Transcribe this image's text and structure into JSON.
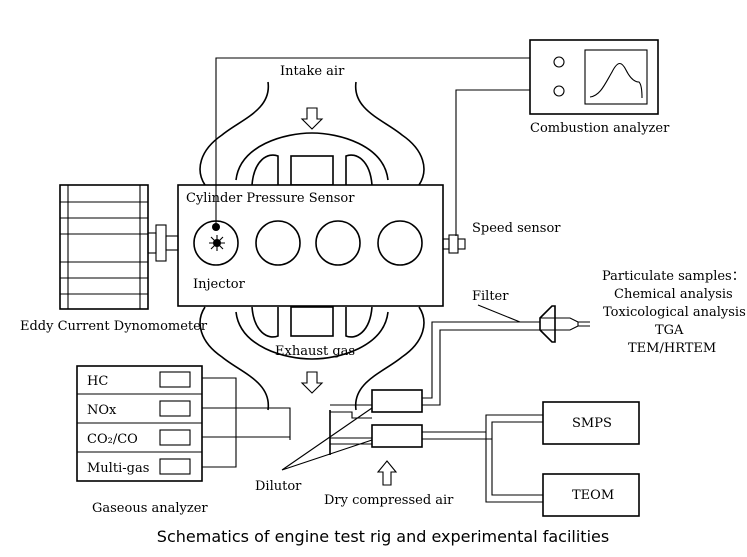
{
  "labels": {
    "intake_air": "Intake air",
    "combustion_analyzer": "Combustion analyzer",
    "cylinder_pressure_sensor": "Cylinder Pressure Sensor",
    "injector": "Injector",
    "speed_sensor": "Speed sensor",
    "eddy_current": "Eddy Current Dynomometer",
    "exhaust_gas": "Exhaust gas",
    "filter": "Filter",
    "particulate_title": "Particulate samples：",
    "particulate_items": [
      "Chemical analysis",
      "Toxicological analysis",
      "TGA",
      "TEM/HRTEM"
    ],
    "gas_rows": [
      "HC",
      "NOx",
      "CO₂/CO",
      "Multi-gas"
    ],
    "gaseous_analyzer": "Gaseous analyzer",
    "smps": "SMPS",
    "teom": "TEOM",
    "dilutor": "Dilutor",
    "dry_air": "Dry compressed air"
  },
  "caption": "Schematics of engine test rig and experimental facilities"
}
